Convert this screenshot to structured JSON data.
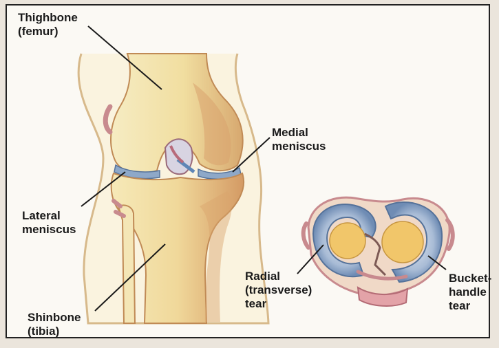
{
  "labels": {
    "thighbone": "Thighbone\n(femur)",
    "medial_meniscus": "Medial\nmeniscus",
    "lateral_meniscus": "Lateral\nmeniscus",
    "shinbone": "Shinbone\n(tibia)",
    "radial_tear": "Radial\n(transverse)\ntear",
    "bucket_handle_tear": "Bucket-\nhandle\ntear"
  },
  "colors": {
    "bone": "#f3e3a4",
    "bone_shadow": "#dcb578",
    "bone_edge": "#c08a55",
    "cartilage_blue": "#8ea8c8",
    "cartilage_light": "#c9d6e6",
    "ligament_pink": "#c88a8e",
    "line": "#1a1a1a"
  }
}
